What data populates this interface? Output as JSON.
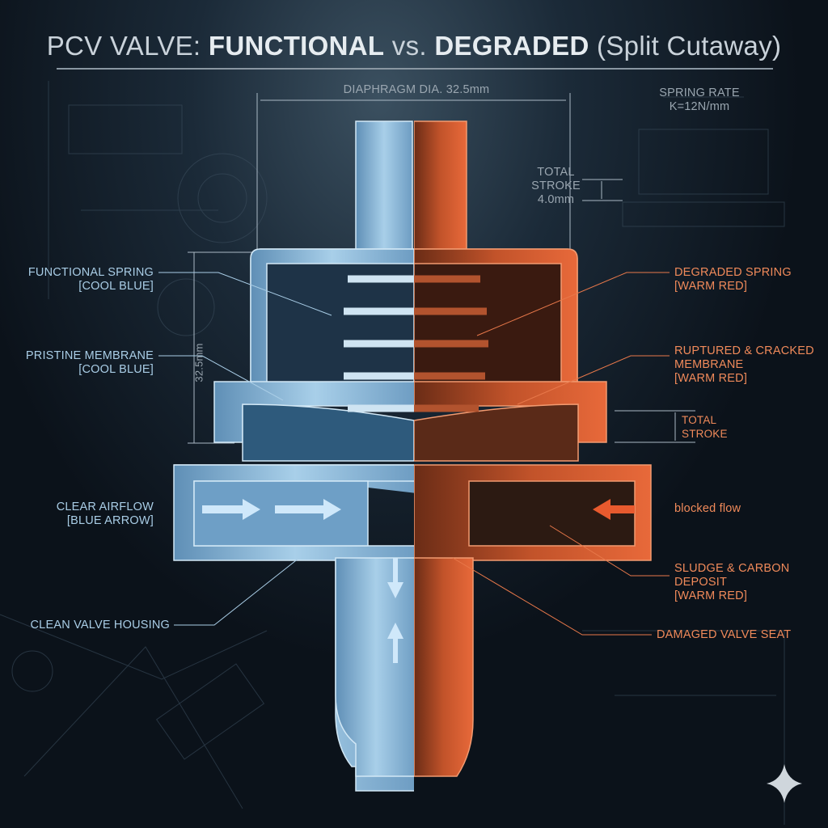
{
  "title": {
    "part1": "PCV VALVE: ",
    "part2": "FUNCTIONAL",
    "part3": " vs. ",
    "part4": "DEGRADED",
    "part5": " (Split Cutaway)"
  },
  "dimensions": {
    "diaphragm": "DIAPHRAGM DIA. 32.5mm",
    "height": "32.5mm",
    "stroke_line1": "TOTAL",
    "stroke_line2": "STROKE",
    "stroke_line3": "4.0mm",
    "spring_rate_line1": "SPRING RATE",
    "spring_rate_line2": "K=12N/mm",
    "stroke_right_line1": "TOTAL",
    "stroke_right_line2": "STROKE"
  },
  "left_labels": [
    {
      "line1": "FUNCTIONAL SPRING",
      "line2": "[COOL BLUE]"
    },
    {
      "line1": "PRISTINE MEMBRANE",
      "line2": "[COOL BLUE]"
    },
    {
      "line1": "CLEAR AIRFLOW",
      "line2": "[BLUE ARROW]"
    },
    {
      "line1": "CLEAN VALVE HOUSING",
      "line2": ""
    }
  ],
  "right_labels": [
    {
      "line1": "DEGRADED SPRING",
      "line2": "[WARM RED]",
      "line3": ""
    },
    {
      "line1": "RUPTURED & CRACKED",
      "line2": "MEMBRANE",
      "line3": "[WARM RED]"
    },
    {
      "line1": "blocked flow",
      "line2": "",
      "line3": ""
    },
    {
      "line1": "SLUDGE & CARBON",
      "line2": "DEPOSIT",
      "line3": "[WARM RED]"
    },
    {
      "line1": "DAMAGED VALVE SEAT",
      "line2": "",
      "line3": ""
    }
  ],
  "colors": {
    "functional": "#8fc3e8",
    "degraded": "#e0643a",
    "background": "#0c141d"
  },
  "icons": {
    "corner": "sparkle-icon"
  }
}
